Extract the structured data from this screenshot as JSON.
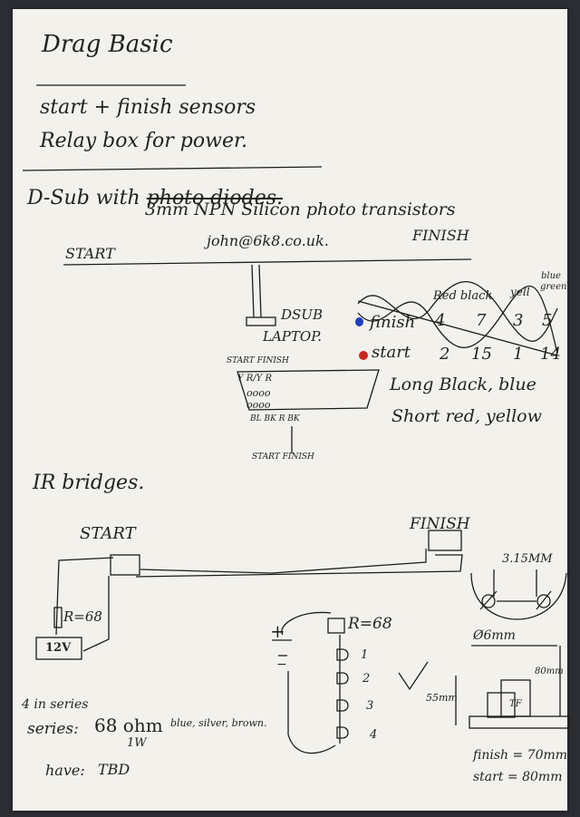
{
  "title": "Drag Basic",
  "line1": "start + finish sensors",
  "line2": "Relay box for power.",
  "dsub_line": "D-Sub with",
  "dsub_struck": "photo diodes.",
  "transistors": "3mm NPN Silicon photo transistors",
  "start_label": "START",
  "finish_label": "FINISH",
  "email": "john@6k8.co.uk.",
  "dsub_box": "DSUB",
  "laptop": "LAPTOP.",
  "wire_headers": [
    "Red black",
    "yell",
    "blue",
    "green"
  ],
  "finish_row": {
    "label": "finish",
    "nums": [
      "4",
      "7",
      "3",
      "5"
    ]
  },
  "start_row": {
    "label": "start",
    "nums": [
      "2",
      "15",
      "1",
      "14"
    ]
  },
  "dsub_top_labels": "START FINISH",
  "dsub_pins_top": "Y R/Y R",
  "dsub_pins_bottom": "BL BK R BK",
  "dsub_bottom_labels": "START FINISH",
  "long_wires": "Long Black, blue",
  "short_wires": "Short red, yellow",
  "ir_title": "IR bridges.",
  "ir_start": "START",
  "ir_finish": "FINISH",
  "resistor_left": "R=68",
  "battery": "12V",
  "resistor_right": "R=68",
  "plus": "+",
  "minus": "−",
  "led_numbers": [
    "1",
    "2",
    "3",
    "4"
  ],
  "dimension_top": "3.15MM",
  "diameter": "Ø6mm",
  "dim_80": "80mm",
  "dim_55": "55mm",
  "tf_label": "TF",
  "series_note": "4 in series",
  "series_label": "series:",
  "ohm": "68 ohm",
  "watt": "1W",
  "colors": "blue, silver, brown.",
  "have": "have:",
  "have_value": "TBD",
  "finish_mm": "finish = 70mm",
  "start_mm": "start = 80mm",
  "dot_blue": "#1f3fbf",
  "dot_red": "#c8281e"
}
